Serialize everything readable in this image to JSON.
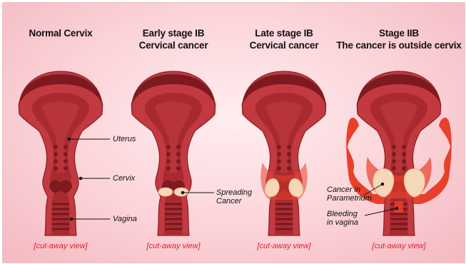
{
  "panels": [
    {
      "title_lines": [
        "Normal Cervix"
      ],
      "caption": "[cut-away view]"
    },
    {
      "title_lines": [
        "Early stage IB",
        "Cervical cancer"
      ],
      "caption": "[cut-away view]"
    },
    {
      "title_lines": [
        "Late stage IB",
        "Cervical cancer"
      ],
      "caption": "[cut-away view]"
    },
    {
      "title_lines": [
        "Stage IIB",
        "The cancer is outside cervix"
      ],
      "caption": "[cut-away view]"
    }
  ],
  "labels": {
    "uterus": "Uterus",
    "cervix": "Cervix",
    "vagina": "Vagina",
    "spreading_line1": "Spreading",
    "spreading_line2": "Cancer",
    "parametrium_line1": "Cancer in",
    "parametrium_line2": "Parametrium",
    "bleeding_line1": "Bleeding",
    "bleeding_line2": "in vagina"
  },
  "colors": {
    "background": "#fbd3d8",
    "organ_wall": "#c23a40",
    "organ_dark": "#8a1e22",
    "interior": "#a82a30",
    "cancer": "#f6d7b8",
    "spread": "#e8402a",
    "caption": "#d9232f"
  }
}
